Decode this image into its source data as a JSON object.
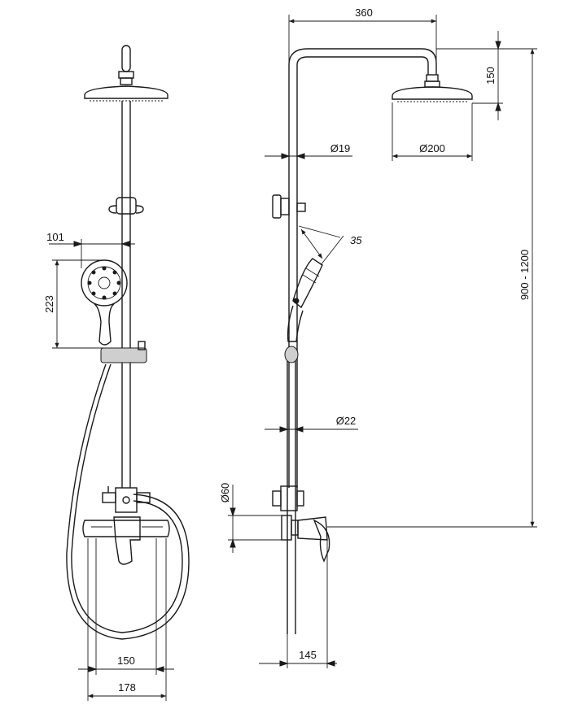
{
  "dimensions": {
    "arm_length": "360",
    "head_drop": "150",
    "pipe_upper_diameter": "Ø19",
    "head_diameter": "Ø200",
    "hand_shower_angle": "35",
    "height_range": "900 - 1200",
    "pipe_lower_diameter": "Ø22",
    "inlet_diameter": "Ø60",
    "wall_projection": "145",
    "hand_shower_width": "101",
    "hand_shower_height": "223",
    "connection_spacing": "150",
    "mixer_width": "178"
  }
}
